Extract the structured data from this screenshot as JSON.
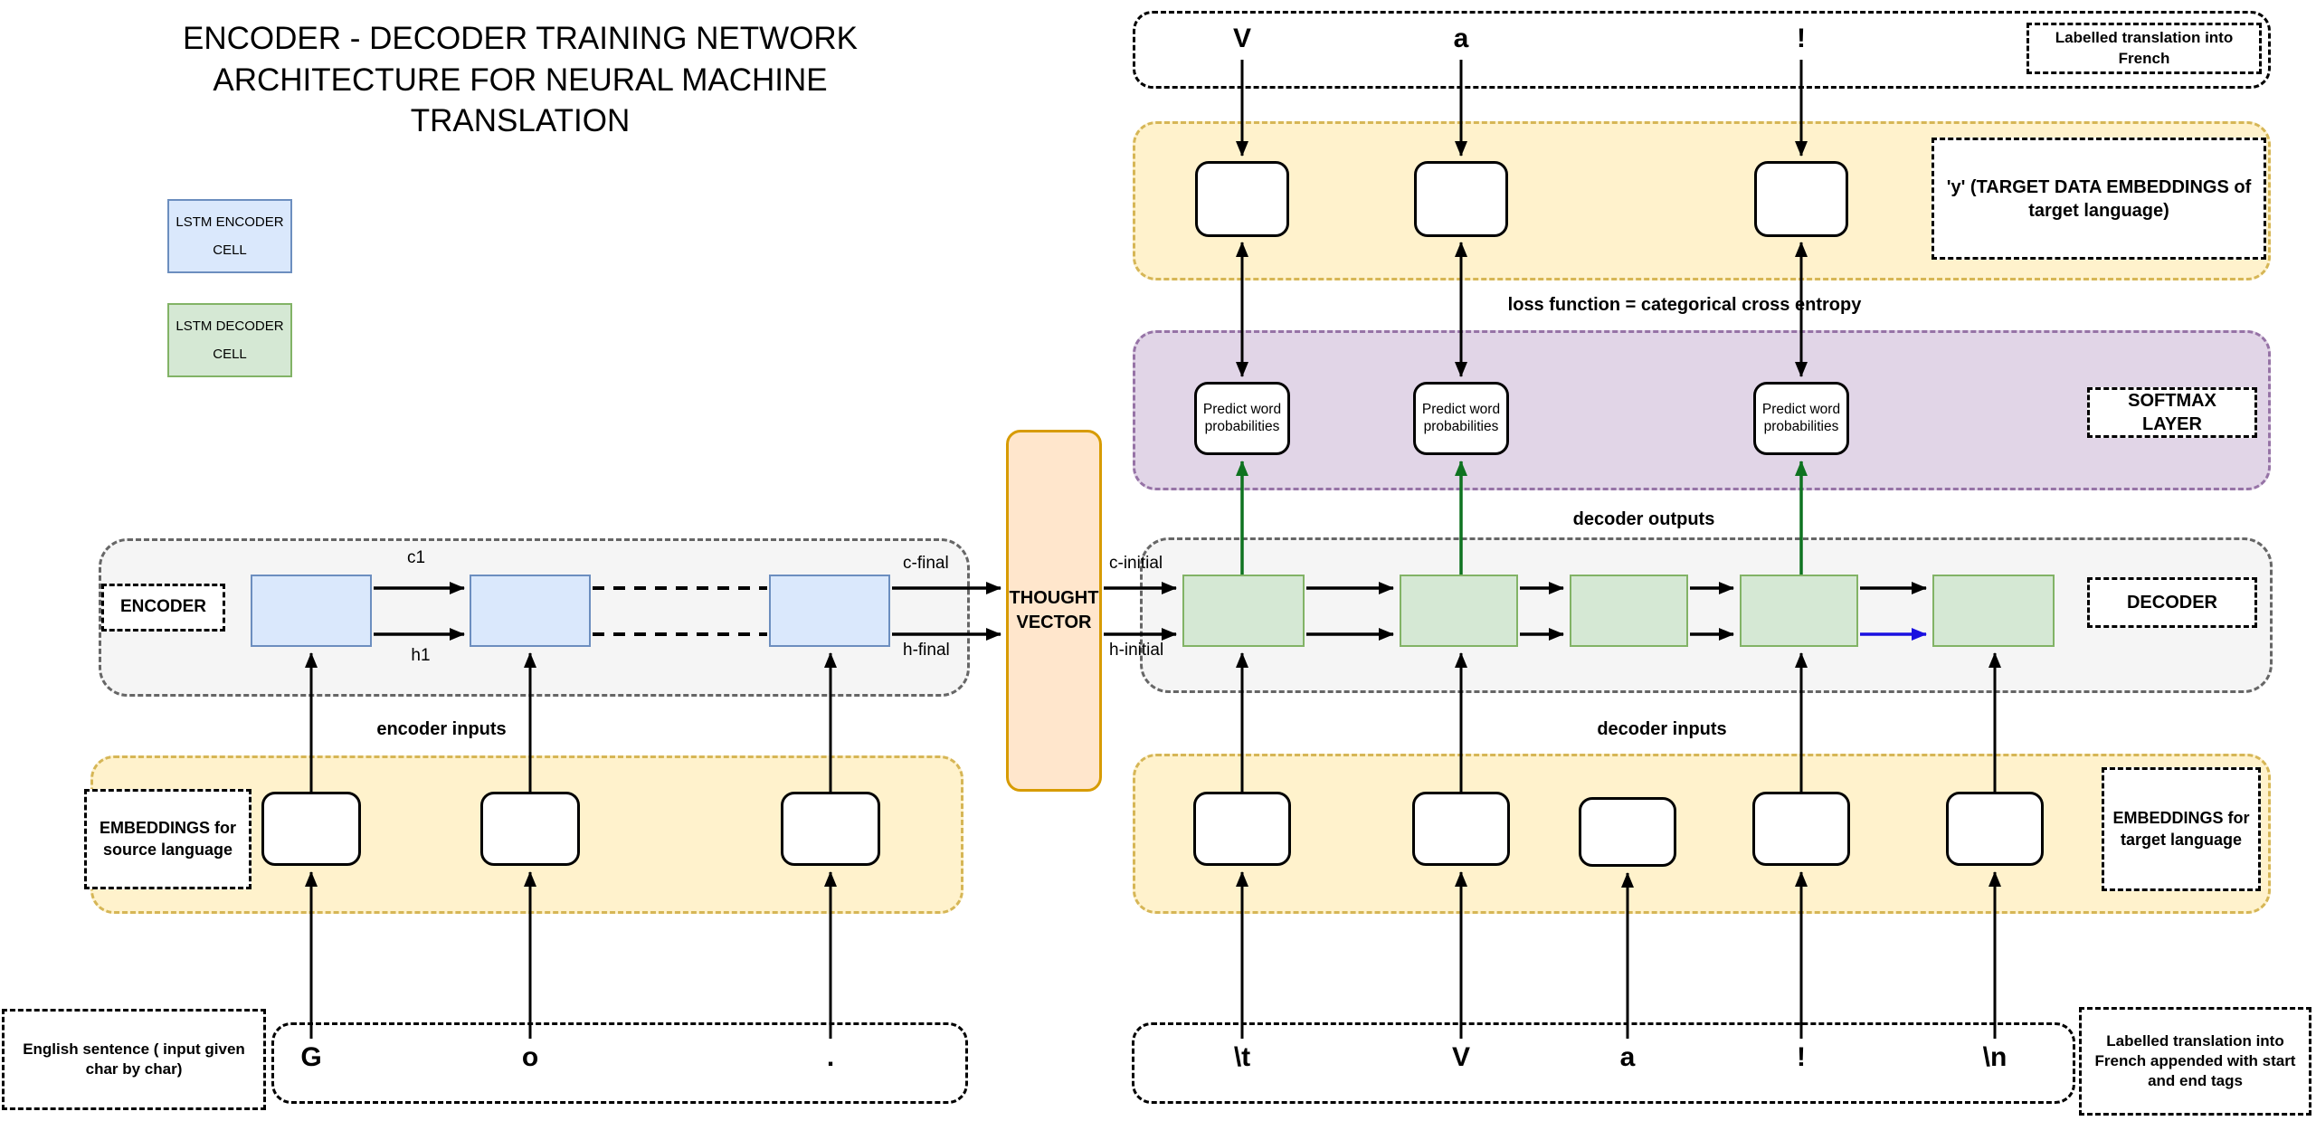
{
  "title": "ENCODER - DECODER TRAINING NETWORK ARCHITECTURE FOR NEURAL MACHINE TRANSLATION",
  "legend": {
    "encoder_cell_label": "LSTM ENCODER CELL",
    "decoder_cell_label": "LSTM DECODER CELL"
  },
  "colors": {
    "encoder_cell_fill": "#dae8fc",
    "encoder_cell_border": "#6c8ebf",
    "decoder_cell_fill": "#d5e8d4",
    "decoder_cell_border": "#82b366",
    "embeddings_container_fill": "#fff2cc",
    "embeddings_container_border": "#d6b656",
    "softmax_container_fill": "#e1d5e7",
    "softmax_container_border": "#9673a6",
    "lstm_container_fill": "#f5f5f5",
    "lstm_container_border": "#666666",
    "thought_vector_fill": "#ffe6cc",
    "thought_vector_border": "#d79b00",
    "decoder_output_arrow": "#0e7320",
    "recurrent_highlight_arrow": "#1a10e0",
    "arrow": "#000000"
  },
  "encoder": {
    "container_label": "ENCODER",
    "inputs_caption": "encoder inputs",
    "embeddings_label": "EMBEDDINGS for source language",
    "signals": {
      "c1": "c1",
      "h1": "h1",
      "c_final": "c-final",
      "h_final": "h-final"
    },
    "input_sentence": {
      "label": "English sentence ( input given char by char)",
      "chars": [
        "G",
        "o",
        "."
      ]
    }
  },
  "thought_vector": {
    "label": "THOUGHT VECTOR",
    "signals": {
      "c_initial": "c-initial",
      "h_initial": "h-initial"
    }
  },
  "decoder": {
    "container_label": "DECODER",
    "outputs_caption": "decoder outputs",
    "inputs_caption": "decoder inputs",
    "loss_caption": "loss function = categorical cross entropy",
    "softmax_label": "SOFTMAX LAYER",
    "predict_box_label": "Predict word probabilities",
    "target_embeddings_label": "'y' (TARGET DATA EMBEDDINGS of target language)",
    "embeddings_label": "EMBEDDINGS for target language",
    "labelled_translation": {
      "label": "Labelled translation into French",
      "chars": [
        "V",
        "a",
        "!"
      ]
    },
    "input_sentence": {
      "label": "Labelled translation into French appended with start and end tags",
      "chars": [
        "\\t",
        "V",
        "a",
        "!",
        "\\n"
      ]
    }
  }
}
